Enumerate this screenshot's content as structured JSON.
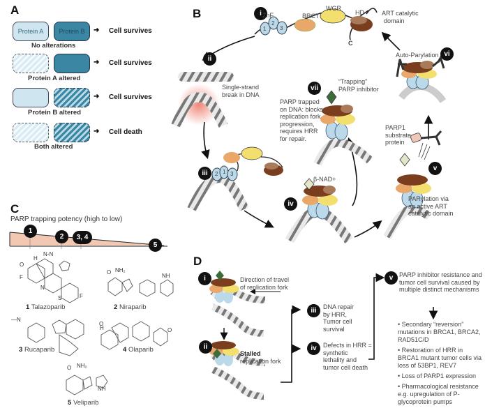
{
  "panels": {
    "a": "A",
    "b": "B",
    "c": "C",
    "d": "D"
  },
  "panel_a": {
    "protein_a": "Protein A",
    "protein_b": "Protein B",
    "rows": [
      {
        "caption": "No alterations",
        "outcome": "Cell survives",
        "a_altered": false,
        "b_altered": false
      },
      {
        "caption": "Protein A altered",
        "outcome": "Cell survives",
        "a_altered": true,
        "b_altered": false
      },
      {
        "caption": "Protein B altered",
        "outcome": "Cell survives",
        "a_altered": false,
        "b_altered": true
      },
      {
        "caption": "Both altered",
        "outcome": "Cell death",
        "a_altered": true,
        "b_altered": true
      }
    ]
  },
  "panel_b": {
    "steps": [
      "i",
      "ii",
      "iii",
      "iv",
      "v",
      "vi",
      "vii"
    ],
    "domains": {
      "znf": "ZnF",
      "brct": "BRCT",
      "wgr": "WGR",
      "hd": "HD",
      "art": "ART catalytic",
      "art2": "domain",
      "c_term": "C",
      "znf_numbers": [
        "1",
        "2",
        "3"
      ]
    },
    "znf_iii_numbers": [
      "2",
      "1",
      "3"
    ],
    "labels": {
      "ssb": [
        "Single-strand",
        "break in DNA"
      ],
      "trapping": [
        "“Trapping”",
        "PARP inhibitor"
      ],
      "trapped": [
        "PARP trapped",
        "on DNA: blocks",
        "replication fork",
        "progression,",
        "requires HRR",
        "for repair."
      ],
      "auto": "Auto-Parylation",
      "substrate": [
        "PARP1",
        "substrate",
        "protein"
      ],
      "nad": "β-NAD+",
      "parylation": [
        "PARylation via",
        "an active ART",
        "catalytic domain"
      ]
    },
    "colors": {
      "znf": "#bcd9ea",
      "brct": "#e9a86a",
      "wgr": "#f2df6e",
      "hd": "#a87a5a",
      "art": "#7a3e1f",
      "inhibitor": "#3e6b3a",
      "nad": "#e3e6c9"
    }
  },
  "panel_c": {
    "title": "PARP trapping potency (high to low)",
    "markers": [
      "1",
      "2",
      "3, 4",
      "5"
    ],
    "drugs": [
      {
        "num": "1",
        "name": "Talazoparib"
      },
      {
        "num": "2",
        "name": "Niraparib"
      },
      {
        "num": "3",
        "name": "Rucaparib"
      },
      {
        "num": "4",
        "name": "Olaparib"
      },
      {
        "num": "5",
        "name": "Veliparib"
      }
    ],
    "fill_color": "#f2c8b3"
  },
  "panel_d": {
    "steps": [
      "i",
      "ii",
      "iii",
      "iv",
      "v"
    ],
    "direction": [
      "Direction of travel",
      "of replication fork"
    ],
    "stalled_bold": "Stalled",
    "stalled_rest": "replication fork",
    "iii_text": [
      "DNA repair",
      "by HRR,",
      "Tumor cell",
      "survival"
    ],
    "iv_text": [
      "Defects in HRR =",
      "synthetic",
      "lethality and",
      "tumor cell death"
    ],
    "v_text": [
      "PARP inhibitor resistance and",
      "tumor cell survival caused by",
      "multiple distinct mechanisms"
    ],
    "mechanisms": [
      "• Secondary “reversion” mutations in BRCA1, BRCA2, RAD51C/D",
      "• Restoration of HRR in BRCA1 mutant tumor cells via loss of 53BP1, REV7",
      "• Loss of PARP1 expression",
      "• Pharmacological resistance e.g. upregulation of P-glycoprotein pumps"
    ]
  }
}
